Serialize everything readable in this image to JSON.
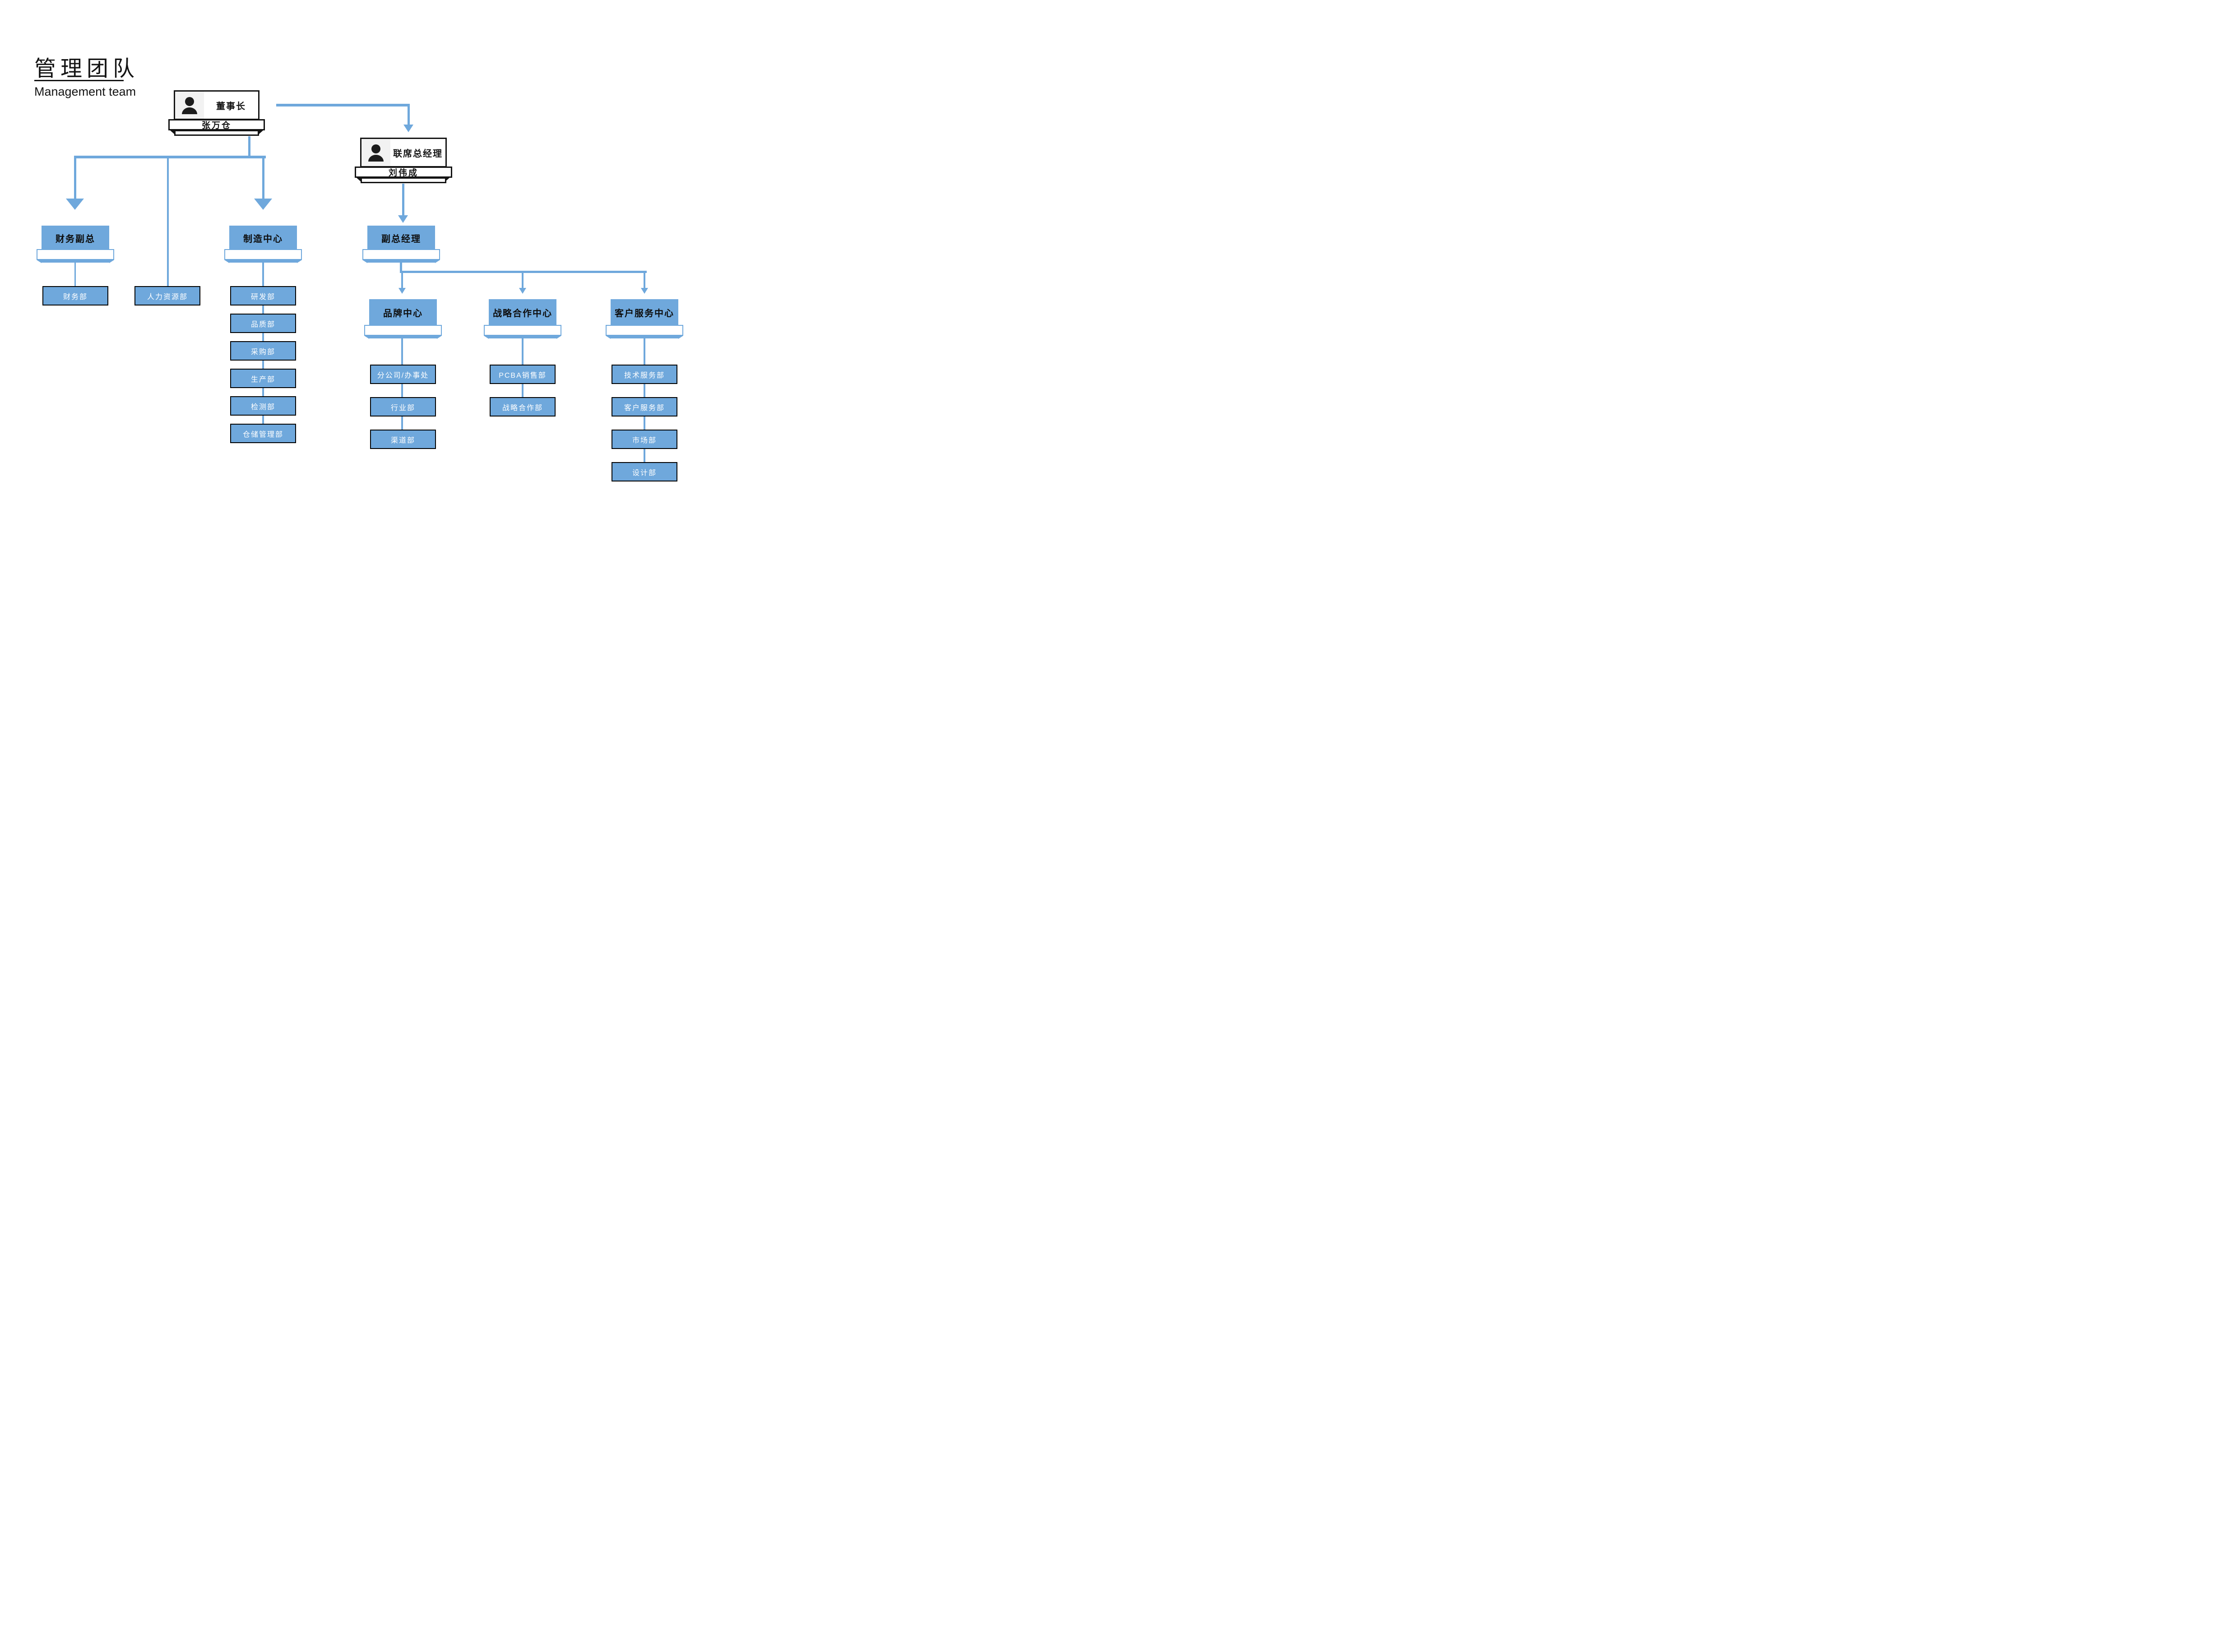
{
  "header": {
    "title": "管理团队",
    "subtitle": "Management team"
  },
  "colors": {
    "accent": "#6fa8dc",
    "box_border": "#000000",
    "card_border": "#141414",
    "photo_background": "#f2f2f2",
    "text_dark": "#141414",
    "text_light": "#ffffff"
  },
  "nodes": {
    "chairman": {
      "title": "董事长",
      "name": "张万仓"
    },
    "co_general_manager": {
      "title": "联席总经理",
      "name": "刘伟成"
    },
    "finance_vp": {
      "label": "财务副总"
    },
    "hr_dept": {
      "label": "人力资源部"
    },
    "manufacturing_center": {
      "label": "制造中心"
    },
    "deputy_general_manager": {
      "label": "副总经理"
    },
    "brand_center": {
      "label": "品牌中心"
    },
    "strategic_center": {
      "label": "战略合作中心"
    },
    "service_center": {
      "label": "客户服务中心"
    },
    "depts": {
      "finance": [
        "财务部"
      ],
      "manufacturing": [
        "研发部",
        "品质部",
        "采购部",
        "生产部",
        "检测部",
        "仓储管理部"
      ],
      "brand": [
        "分公司/办事处",
        "行业部",
        "渠道部"
      ],
      "strategic": [
        "PCBA销售部",
        "战略合作部"
      ],
      "service": [
        "技术服务部",
        "客户服务部",
        "市场部",
        "设计部"
      ]
    }
  }
}
